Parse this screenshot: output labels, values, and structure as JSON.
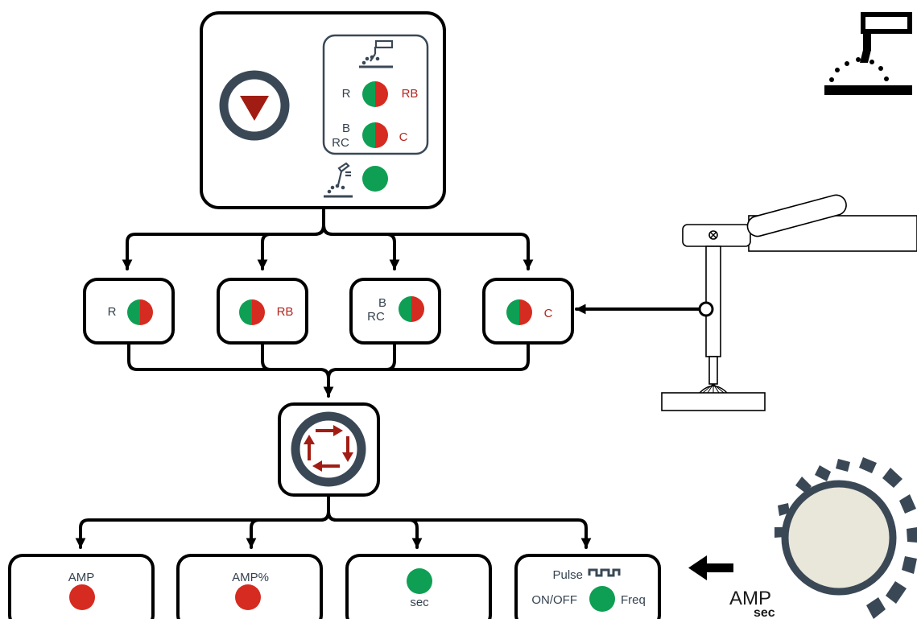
{
  "colors": {
    "green": "#0e9f54",
    "red": "#d62b20",
    "dark_red": "#a11d14",
    "dark_slate": "#3a4856",
    "label_red": "#b3261e",
    "label_slate": "#34424f"
  },
  "top_panel": {
    "down_button_icon": "down-arrow-in-ring-icon",
    "torch_icon": "welding-torch-icon",
    "electrode_icon": "electrode-holder-icon",
    "rows": [
      {
        "left": "R",
        "right": "RB"
      },
      {
        "left_top": "B",
        "left_bottom": "RC",
        "right": "C"
      }
    ]
  },
  "modes": [
    {
      "left": "R",
      "right": ""
    },
    {
      "left": "",
      "right": "RB"
    },
    {
      "left_top": "B",
      "left_bottom": "RC",
      "right": ""
    },
    {
      "left": "",
      "right": "C"
    }
  ],
  "cycle_icon": "cycle-arrows-icon",
  "bottom": [
    {
      "top": "AMP",
      "led": "red"
    },
    {
      "top": "AMP%",
      "led": "red"
    },
    {
      "bottom": "sec",
      "led": "green"
    },
    {
      "top": "Pulse",
      "left": "ON/OFF",
      "right": "Freq",
      "led": "green"
    }
  ],
  "knob": {
    "label": "AMP",
    "sublabel": "sec"
  }
}
